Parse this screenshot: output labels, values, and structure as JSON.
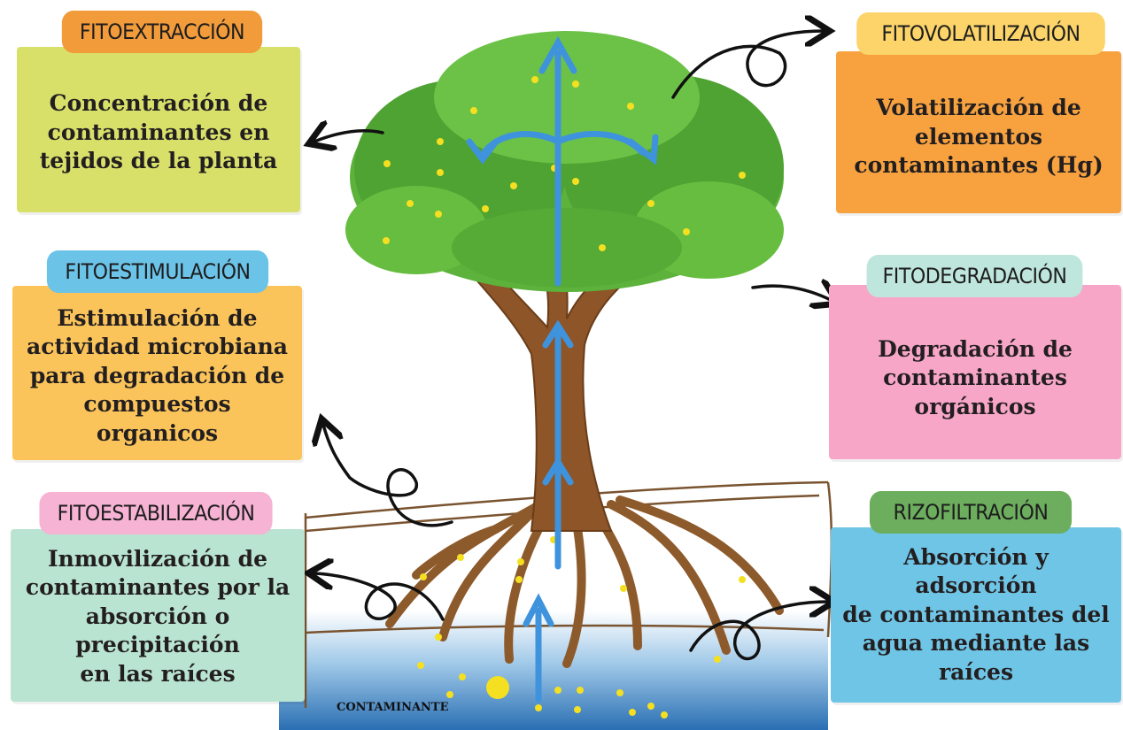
{
  "colors": {
    "fitoextraccion_label": "#f29b3b",
    "fitoextraccion_body": "#d8e06a",
    "fitovolatilizacion_label": "#fcd46a",
    "fitovolatilizacion_body": "#f8a23f",
    "fitoestimulacion_label": "#6cc3e8",
    "fitoestimulacion_body": "#fbc45a",
    "fitodegradacion_label": "#bfe6dc",
    "fitodegradacion_body": "#f8a6c8",
    "fitoestabilizacion_label": "#f6b3d4",
    "fitoestabilizacion_body": "#b9e4d1",
    "rizofiltracion_label": "#6cae5e",
    "rizofiltracion_body": "#6fc5e6",
    "water": "#3c86c6",
    "flow_arrow": "#3f93dc",
    "foliage": "#5cb23a",
    "trunk": "#8d5528"
  },
  "panels": {
    "fitoextraccion": {
      "label": "FITOEXTRACCIÓN",
      "lines": [
        "Concentración de",
        "contaminantes en",
        "tejidos de la planta"
      ]
    },
    "fitovolatilizacion": {
      "label": "FITOVOLATILIZACIÓN",
      "lines": [
        "Volatilización de",
        "elementos",
        "contaminantes (Hg)"
      ]
    },
    "fitoestimulacion": {
      "label": "FITOESTIMULACIÓN",
      "lines": [
        "Estimulación de",
        "actividad microbiana",
        "para degradación de",
        "compuestos organicos"
      ]
    },
    "fitodegradacion": {
      "label": "FITODEGRADACIÓN",
      "lines": [
        "Degradación de",
        "contaminantes",
        "orgánicos"
      ]
    },
    "fitoestabilizacion": {
      "label": "FITOESTABILIZACIÓN",
      "lines": [
        "Inmovilización de",
        "contaminantes por la",
        "absorción o precipitación",
        "en las raíces"
      ]
    },
    "rizofiltracion": {
      "label": "RIZOFILTRACIÓN",
      "lines": [
        "Absorción y adsorción",
        "de contaminantes del",
        "agua mediante las",
        "raíces"
      ]
    }
  },
  "contaminant_label": "CONTAMINANTE"
}
